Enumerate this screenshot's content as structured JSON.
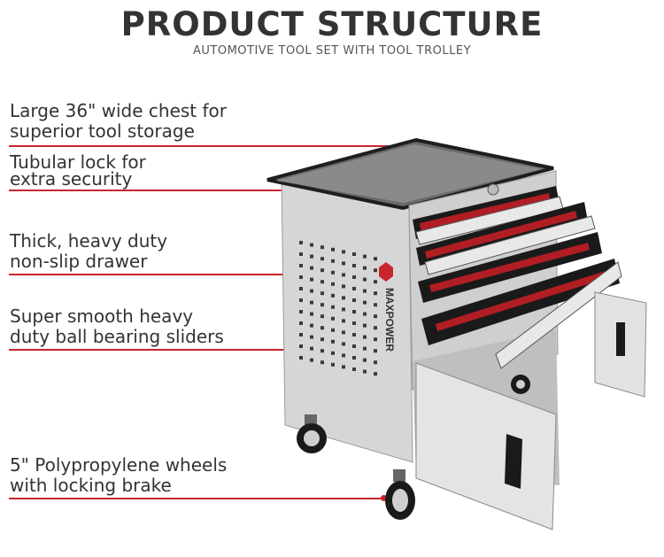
{
  "header": {
    "title": "PRODUCT STRUCTURE",
    "subtitle": "AUTOMOTIVE TOOL SET WITH TOOL TROLLEY"
  },
  "features": [
    {
      "line1": "Large 36\" wide chest for",
      "line2": "superior tool storage"
    },
    {
      "line1": "Tubular lock for",
      "line2": "extra security"
    },
    {
      "line1": "Thick, heavy duty",
      "line2": "non-slip drawer"
    },
    {
      "line1": "Super smooth heavy",
      "line2": "duty ball bearing sliders"
    },
    {
      "line1": "5\" Polypropylene wheels",
      "line2": "with locking brake"
    }
  ],
  "brand": {
    "name": "MAXPOWER"
  },
  "colors": {
    "accent": "#c8262c",
    "cabinet": "#d9d9d9",
    "drawer_lining": "#b01e24"
  }
}
